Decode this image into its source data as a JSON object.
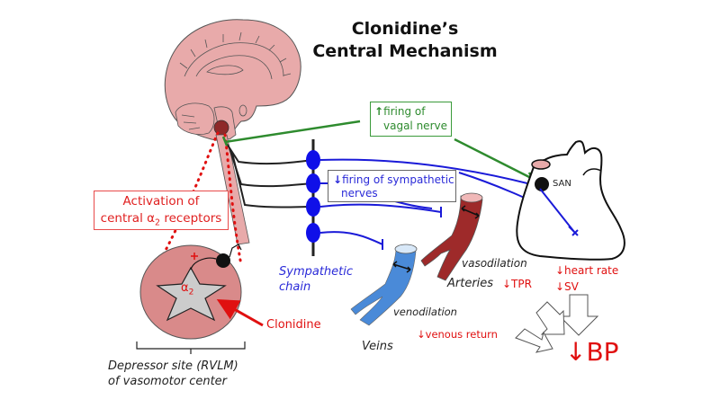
{
  "title": {
    "line1": "Clonidine’s",
    "line2": "Central Mechanism"
  },
  "colors": {
    "brain": "#e8aaaa",
    "vagal": "#2e8b2e",
    "sympathetic": "#1a1ad8",
    "effect_red": "#e01010",
    "artery": "#9e2a2a",
    "vein": "#4a8ad8",
    "ganglion": "#1010e8"
  },
  "boxes": {
    "vagal": {
      "arrow": "↑",
      "line1": "firing of",
      "line2": "vagal nerve"
    },
    "sympathetic": {
      "arrow": "↓",
      "line1": "firing of sympathetic",
      "line2": "nerves"
    },
    "activation": {
      "line1": "Activation of",
      "line2_pre": "central α",
      "line2_sub": "2",
      "line2_post": " receptors"
    }
  },
  "labels": {
    "sympathetic_chain_1": "Sympathetic",
    "sympathetic_chain_2": "chain",
    "san": "SAN",
    "alpha": "α",
    "alpha_sub": "2",
    "plus": "+",
    "clonidine": "Clonidine",
    "depressor_1": "Depressor site (RVLM)",
    "depressor_2": "of vasomotor center",
    "vasodilation": "vasodilation",
    "arteries": "Arteries",
    "tpr": "↓TPR",
    "venodilation": "venodilation",
    "veins": "Veins",
    "venous_return": "↓venous return",
    "heart_rate": "↓heart rate",
    "sv": "↓SV",
    "bp": "↓BP"
  }
}
